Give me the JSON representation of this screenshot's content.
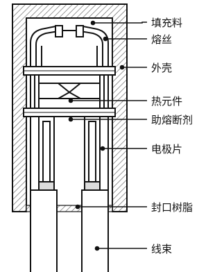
{
  "diagram": {
    "labels": {
      "filler": "填充料",
      "fuse_wire": "熔丝",
      "casing": "外壳",
      "thermal_element": "热元件",
      "flux": "助熔断剂",
      "electrode": "电极片",
      "sealing_resin": "封口树脂",
      "wire_bundle": "线束"
    }
  }
}
